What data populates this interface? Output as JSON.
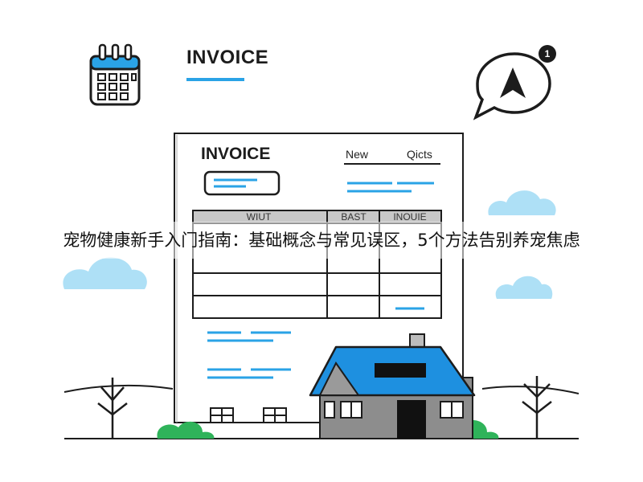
{
  "header": {
    "title": "INVOICE"
  },
  "document": {
    "title": "INVOICE",
    "label_left": "New",
    "label_right": "Qicts",
    "table_headers": [
      "WIUT",
      "BAST",
      "INOUIE"
    ]
  },
  "notification": {
    "count": "1"
  },
  "caption": {
    "text": "宠物健康新手入门指南：基础概念与常见误区，5个方法告别养宠焦虑"
  },
  "icons": {
    "calendar": "calendar-icon",
    "navigation": "navigation-arrow-icon",
    "house": "house-icon"
  },
  "colors": {
    "accent_blue": "#2aa3e6",
    "roof_blue": "#1e90e0",
    "sky_blue": "#aee0f6",
    "bush_green": "#2fb35a",
    "ink": "#1c1c1c"
  }
}
